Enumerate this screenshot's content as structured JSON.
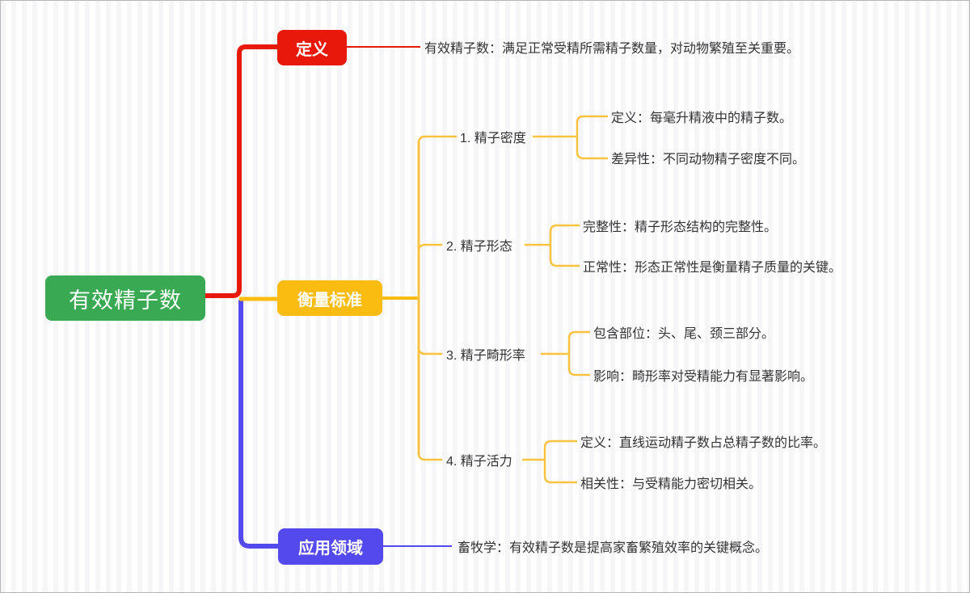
{
  "root": {
    "label": "有效精子数",
    "color": "#3aa953",
    "text_color": "#ffffff"
  },
  "text_color": "#333333",
  "branches": [
    {
      "label": "定义",
      "color": "#e8190b",
      "leaf": "有效精子数：满足正常受精所需精子数量，对动物繁殖至关重要。"
    },
    {
      "label": "衡量标准",
      "color": "#fbbc12",
      "line_color": "#f9c241",
      "subtopics": [
        {
          "label": "1. 精子密度",
          "children": [
            "定义：每毫升精液中的精子数。",
            "差异性：不同动物精子密度不同。"
          ]
        },
        {
          "label": "2. 精子形态",
          "children": [
            "完整性：精子形态结构的完整性。",
            "正常性：形态正常性是衡量精子质量的关键。"
          ]
        },
        {
          "label": "3. 精子畸形率",
          "children": [
            "包含部位：头、尾、颈三部分。",
            "影响：畸形率对受精能力有显著影响。"
          ]
        },
        {
          "label": "4. 精子活力",
          "children": [
            "定义：直线运动精子数占总精子数的比率。",
            "相关性：与受精能力密切相关。"
          ]
        }
      ]
    },
    {
      "label": "应用领域",
      "color": "#5449ec",
      "leaf": "畜牧学：有效精子数是提高家畜繁殖效率的关键概念。"
    }
  ]
}
